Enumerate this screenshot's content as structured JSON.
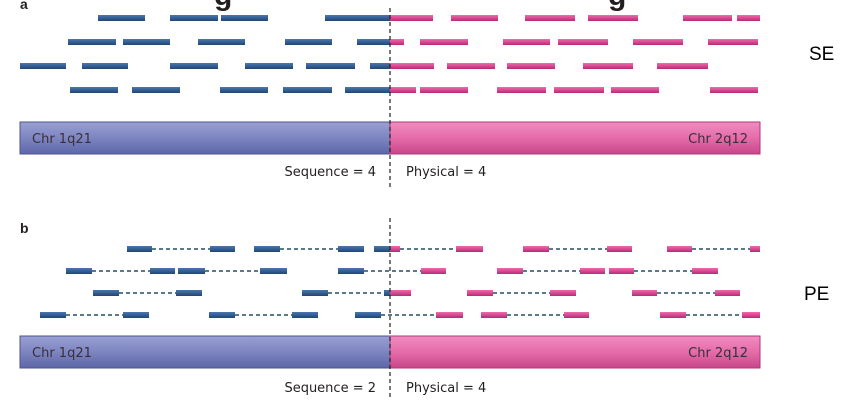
{
  "panel_a": {
    "letter": "a",
    "method_label": "SE",
    "chromosome_left": "Chr 1q21",
    "chromosome_right": "Chr 2q12",
    "sequence_text": "Sequence = 4",
    "physical_text": "Physical = 4"
  },
  "panel_b": {
    "letter": "b",
    "method_label": "PE",
    "chromosome_left": "Chr 1q21",
    "chromosome_right": "Chr 2q12",
    "sequence_text": "Sequence = 2",
    "physical_text": "Physical = 4"
  },
  "colors": {
    "chr1_read": "#2e5a8e",
    "chr2_read": "#d63c8f",
    "chr1_bar": "#7f86c2",
    "chr2_bar": "#e66aa9",
    "pair_link": "#5b7a8a",
    "breakpoint_line": "#231f20"
  }
}
